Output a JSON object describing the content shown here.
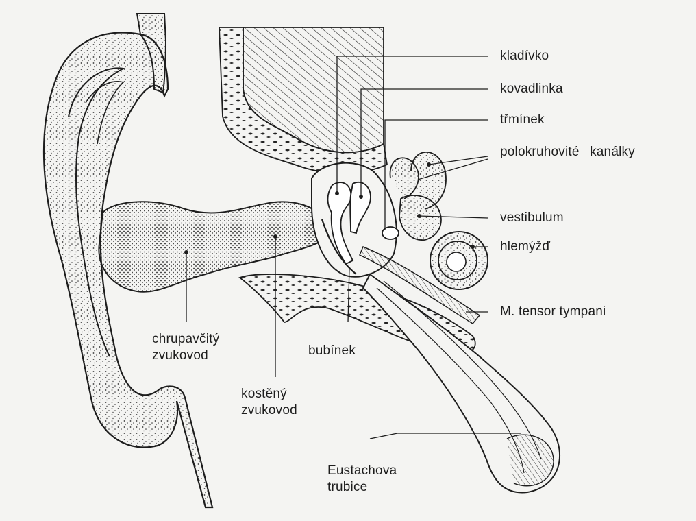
{
  "labels": {
    "kladivko": "kladívko",
    "kovadlinka": "kovadlinka",
    "trminek": "třmínek",
    "polokruhovite": "polokruhovité kanálky",
    "vestibulum": "vestibulum",
    "hlemyzd": "hlemýžď",
    "tensor": "M. tensor tympani",
    "chrupavcity_1": "chrupavčitý",
    "chrupavcity_2": "zvukovod",
    "kosteny_1": "kostěný",
    "kosteny_2": "zvukovod",
    "bubinek": "bubínek",
    "eustach_1": "Eustachova",
    "eustach_2": "trubice"
  },
  "colors": {
    "ink": "#1d1d1d",
    "paper": "#f4f4f2"
  }
}
